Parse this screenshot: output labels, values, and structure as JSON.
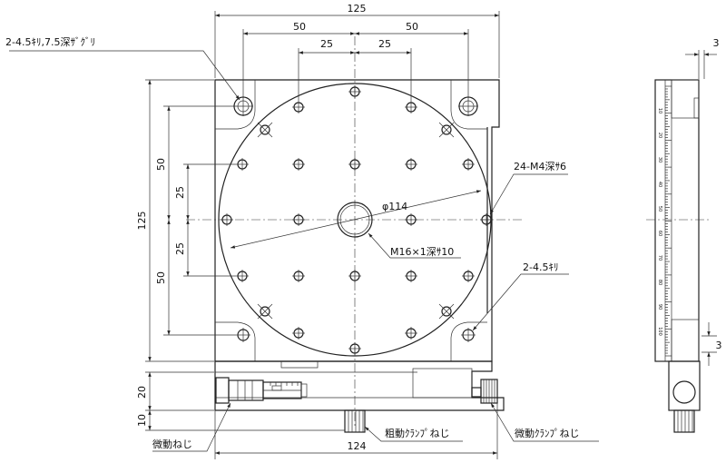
{
  "dimensions": {
    "top_width": "125",
    "top_50_left": "50",
    "top_50_right": "50",
    "top_25_left": "25",
    "top_25_right": "25",
    "left_height": "125",
    "left_50_top": "50",
    "left_25_top": "25",
    "left_25_bottom": "25",
    "left_50_bottom": "50",
    "base_20": "20",
    "base_10": "10",
    "bottom_width": "124",
    "side_3_top": "3",
    "side_3_bottom": "3"
  },
  "callouts": {
    "counterbore_holes": "2-4.5ｷﾘ,7.5深ｻﾞｸﾞﾘ",
    "m4_taps": "24-M4深ｻ6",
    "diameter": "φ114",
    "center_tap": "M16×1深ｻ10",
    "through_holes": "2-4.5ｷﾘ",
    "fine_drive_screw": "微動ねじ",
    "coarse_clamp_screw": "粗動ｸﾗﾝﾌﾟねじ",
    "fine_clamp_screw": "微動ｸﾗﾝﾌﾟねじ"
  },
  "side_scale": {
    "labels": [
      "10",
      "20",
      "30",
      "40",
      "50",
      "60",
      "70",
      "80",
      "90",
      "100"
    ]
  },
  "icons": {
    "counterbore_hole": "counterbore-hole-icon",
    "tapped_hole": "tapped-hole-icon",
    "crossed_hole": "crossed-hole-icon",
    "micrometer_head": "micrometer-head-icon",
    "knurled_knob": "knurled-knob-icon"
  }
}
